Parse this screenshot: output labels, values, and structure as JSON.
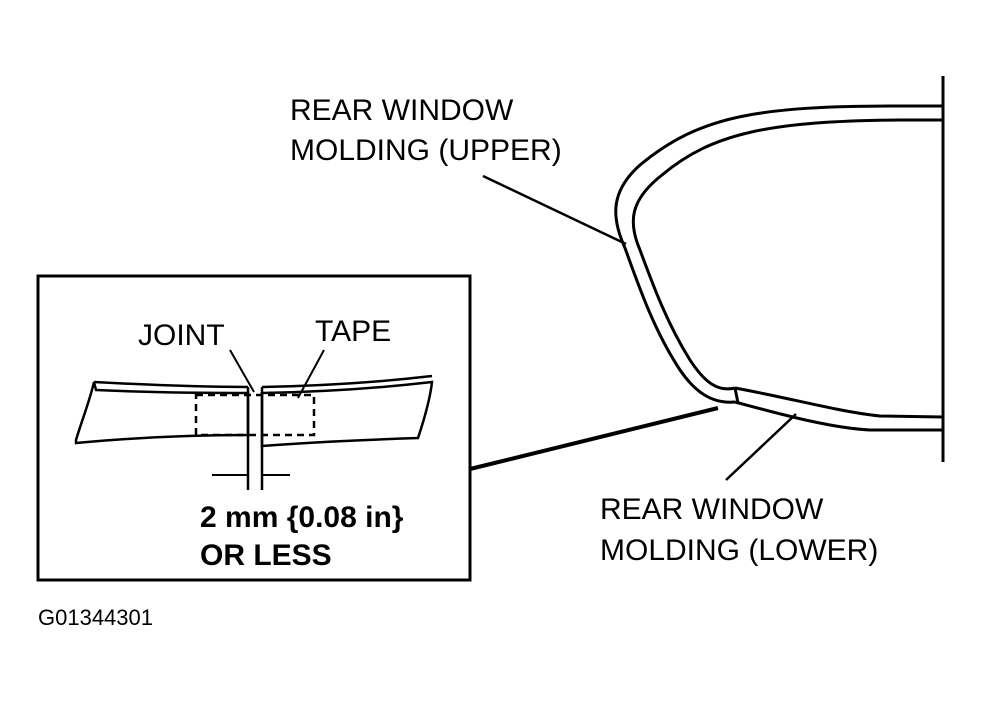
{
  "labels": {
    "upper_molding_line1": "REAR WINDOW",
    "upper_molding_line2": "MOLDING (UPPER)",
    "lower_molding_line1": "REAR WINDOW",
    "lower_molding_line2": "MOLDING (LOWER)",
    "joint": "JOINT",
    "tape": "TAPE",
    "gap_spec_line1": "2 mm {0.08 in}",
    "gap_spec_line2": "OR LESS"
  },
  "figure_id": "G01344301",
  "colors": {
    "line": "#000000",
    "background": "#ffffff"
  }
}
